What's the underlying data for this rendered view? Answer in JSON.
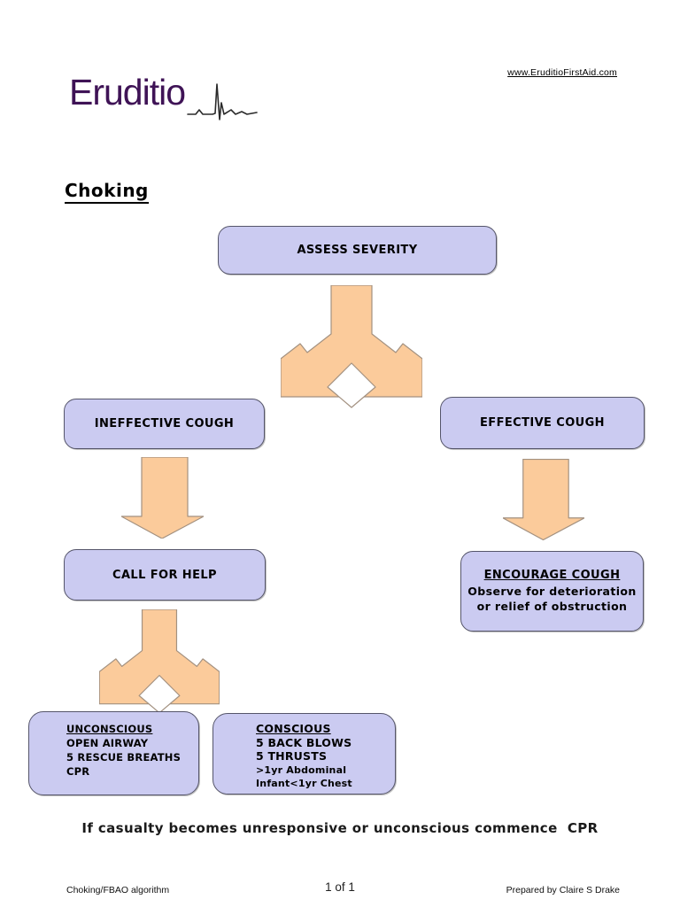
{
  "page": {
    "logo_text": "Eruditio",
    "website_link": "www.EruditioFirstAid.com",
    "title": "Choking",
    "bottom_note": "If casualty becomes unresponsive or unconscious commence  CPR",
    "footer": {
      "left": "Choking/FBAO algorithm",
      "center": "1 of 1",
      "right": "Prepared by Claire S Drake"
    }
  },
  "flowchart": {
    "assess": "ASSESS SEVERITY",
    "ineffective": "INEFFECTIVE COUGH",
    "effective": "EFFECTIVE COUGH",
    "call_for_help": "CALL FOR HELP",
    "encourage": {
      "title": "ENCOURAGE COUGH",
      "line1": "Observe for deterioration",
      "line2": "or relief of obstruction"
    },
    "unconscious": {
      "title": "UNCONSCIOUS",
      "lines": [
        "OPEN AIRWAY",
        "5 RESCUE BREATHS",
        "CPR"
      ]
    },
    "conscious": {
      "title": "CONSCIOUS",
      "lines": [
        "5 BACK BLOWS",
        "5 THRUSTS",
        ">1yr Abdominal",
        "Infant<1yr Chest"
      ]
    }
  },
  "colors": {
    "box_fill": "#cbcbf1",
    "box_border": "#55556a",
    "arrow_fill": "#fbcb9b",
    "arrow_border": "#a39180",
    "logo_purple": "#3f1356",
    "text": "#000000"
  }
}
